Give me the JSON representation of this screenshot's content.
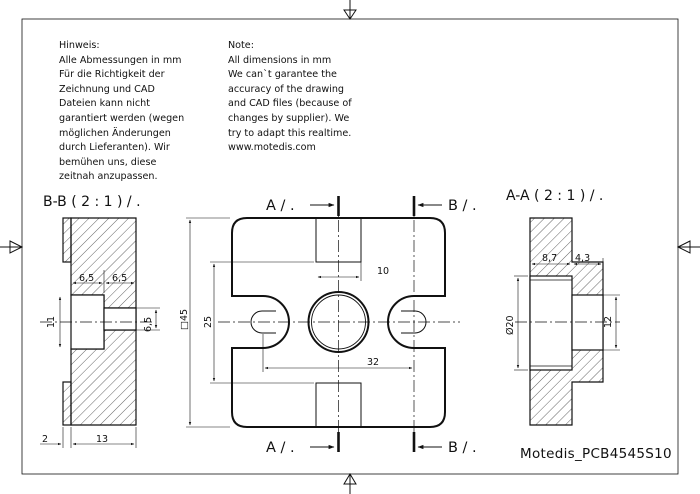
{
  "notes": {
    "german": {
      "lines": [
        "Hinweis:",
        "Alle Abmessungen in mm",
        "Für die Richtigkeit der",
        "Zeichnung und CAD",
        "Dateien kann nicht",
        "garantiert werden (wegen",
        "möglichen Änderungen",
        "durch Lieferanten). Wir",
        "bemühen uns, diese",
        "zeitnah anzupassen."
      ]
    },
    "english": {
      "lines": [
        "Note:",
        "All dimensions in mm",
        "We can`t garantee the",
        "accuracy of the drawing",
        "and CAD files (because of",
        "changes by supplier). We",
        "try to adapt this realtime.",
        "www.motedis.com"
      ]
    }
  },
  "views": {
    "section_bb_title": "B-B ( 2 : 1 ) / .",
    "section_aa_title": "A-A ( 2 : 1 ) / .",
    "cut_a_top": "A / .",
    "cut_a_bottom": "A / .",
    "cut_b_top": "B / .",
    "cut_b_bottom": "B / ."
  },
  "dimensions": {
    "bb_depth_left": "6,5",
    "bb_depth_right": "6,5",
    "bb_hole_dia": "11",
    "bb_small_dia": "6,5",
    "bb_flange": "2",
    "bb_total": "13",
    "front_square": "□45",
    "front_slot_spacing": "25",
    "front_slot_width": "10",
    "front_slot_distance": "32",
    "aa_depth_left": "8,7",
    "aa_depth_right": "4,3",
    "aa_bore": "Ø20",
    "aa_small_bore": "12"
  },
  "part_number": "Motedis_PCB4545S10"
}
